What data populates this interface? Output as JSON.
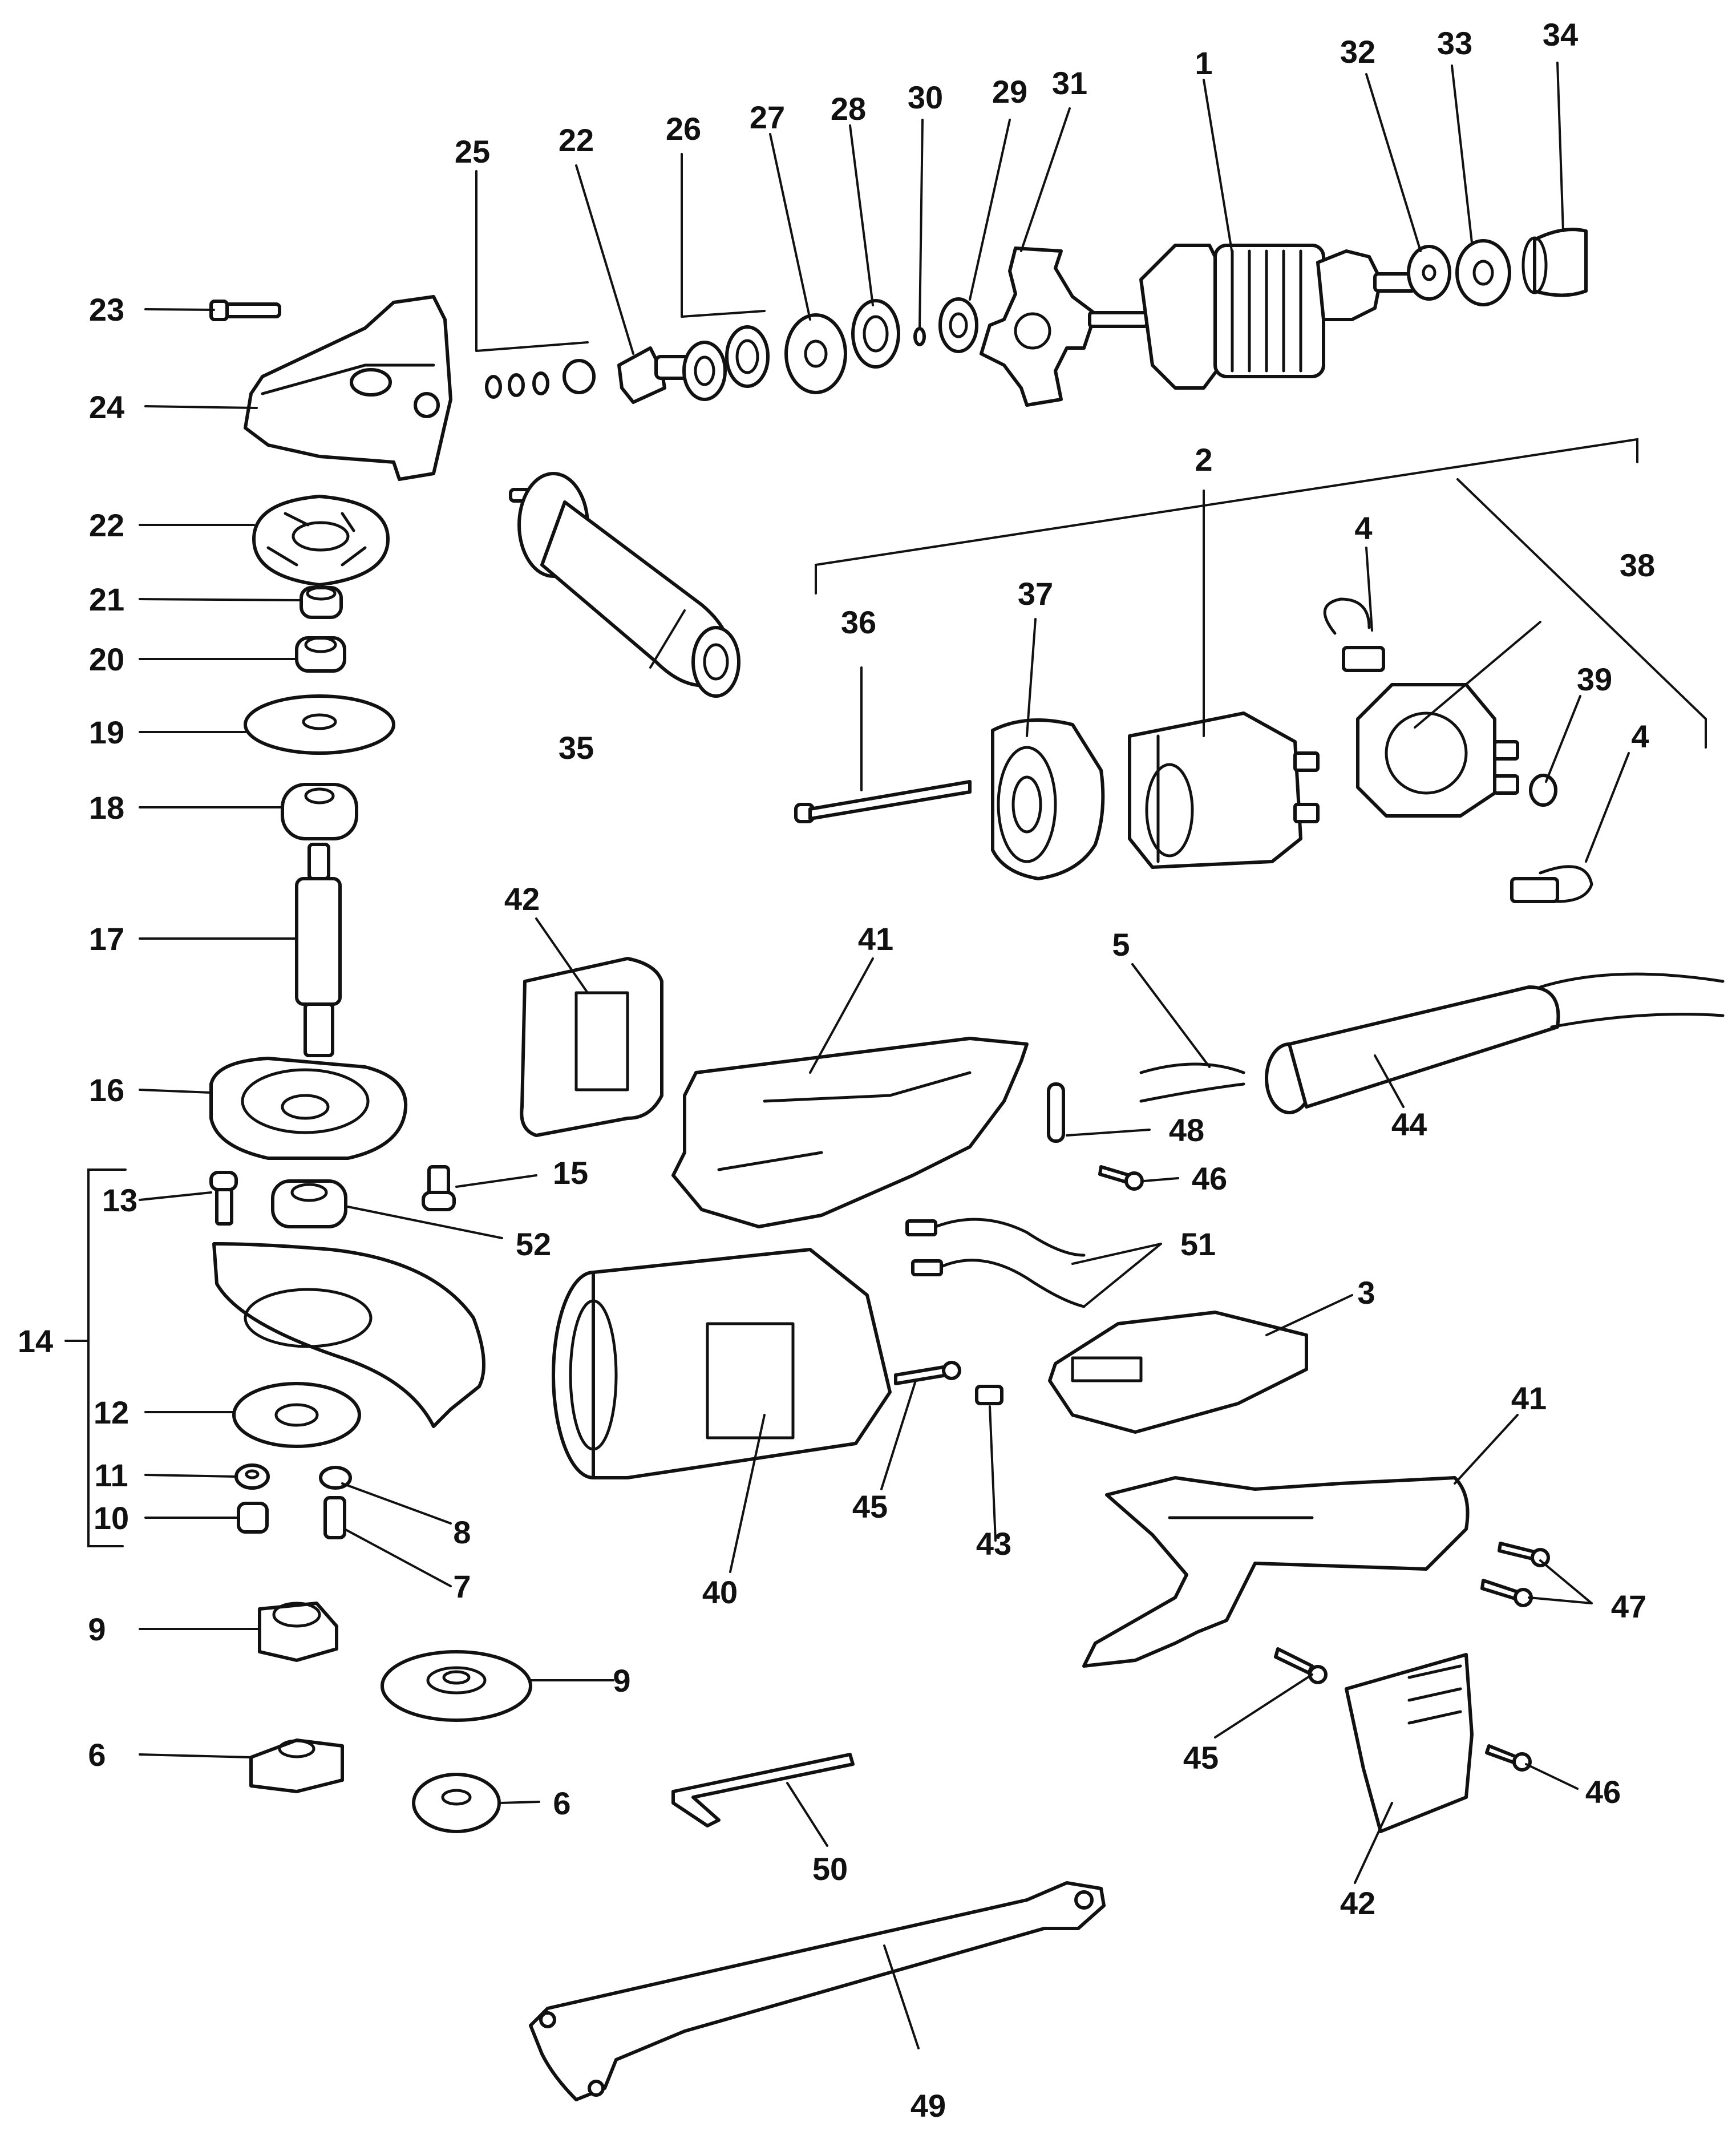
{
  "diagram": {
    "labels": {
      "l1": "1",
      "l2": "2",
      "l3": "3",
      "l4a": "4",
      "l4b": "4",
      "l5": "5",
      "l6a": "6",
      "l6b": "6",
      "l7": "7",
      "l8": "8",
      "l9a": "9",
      "l9b": "9",
      "l10": "10",
      "l11": "11",
      "l12": "12",
      "l13": "13",
      "l14": "14",
      "l15": "15",
      "l16": "16",
      "l17": "17",
      "l18": "18",
      "l19": "19",
      "l20": "20",
      "l21": "21",
      "l22a": "22",
      "l22b": "22",
      "l23": "23",
      "l24": "24",
      "l25": "25",
      "l26": "26",
      "l27": "27",
      "l28": "28",
      "l29": "29",
      "l30": "30",
      "l31": "31",
      "l32": "32",
      "l33": "33",
      "l34": "34",
      "l35": "35",
      "l36": "36",
      "l37": "37",
      "l38": "38",
      "l39": "39",
      "l40": "40",
      "l41a": "41",
      "l41b": "41",
      "l42a": "42",
      "l42b": "42",
      "l43": "43",
      "l44": "44",
      "l45a": "45",
      "l45b": "45",
      "l46a": "46",
      "l46b": "46",
      "l47": "47",
      "l48": "48",
      "l49": "49",
      "l50": "50",
      "l51": "51",
      "l52": "52"
    }
  }
}
